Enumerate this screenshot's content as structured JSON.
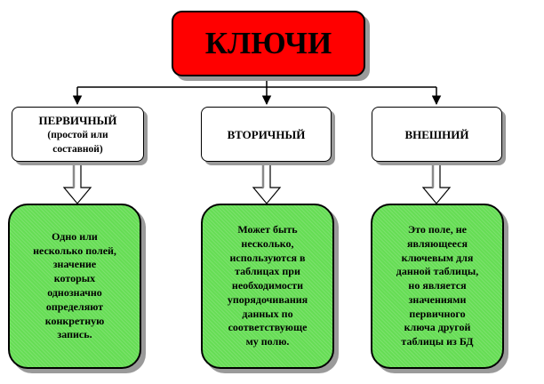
{
  "root": {
    "title": "КЛЮЧИ"
  },
  "keys": [
    {
      "title": "ПЕРВИЧНЫЙ",
      "subtitle": "(простой или\nсоставной)",
      "description": "Одно или\nнесколько полей,\nзначение\nкоторых\nоднозначно\nопределяют\nконкретную\nзапись."
    },
    {
      "title": "ВТОРИЧНЫЙ",
      "subtitle": "",
      "description": "Может быть\nнесколько,\nиспользуются в\nтаблицах при\nнеобходимости\nупорядочивания\nданных по\nсоответствующе\nму полю."
    },
    {
      "title": "ВНЕШНИЙ",
      "subtitle": "",
      "description": "Это поле, не\nявляющееся\nключевым для\nданной таблицы,\nно является\nзначениями\nпервичного\nключа другой\nтаблицы из БД"
    }
  ],
  "colors": {
    "root_fill": "#ff0000",
    "description_fill": "#66dd55",
    "shadow": "#9a9a9a"
  }
}
